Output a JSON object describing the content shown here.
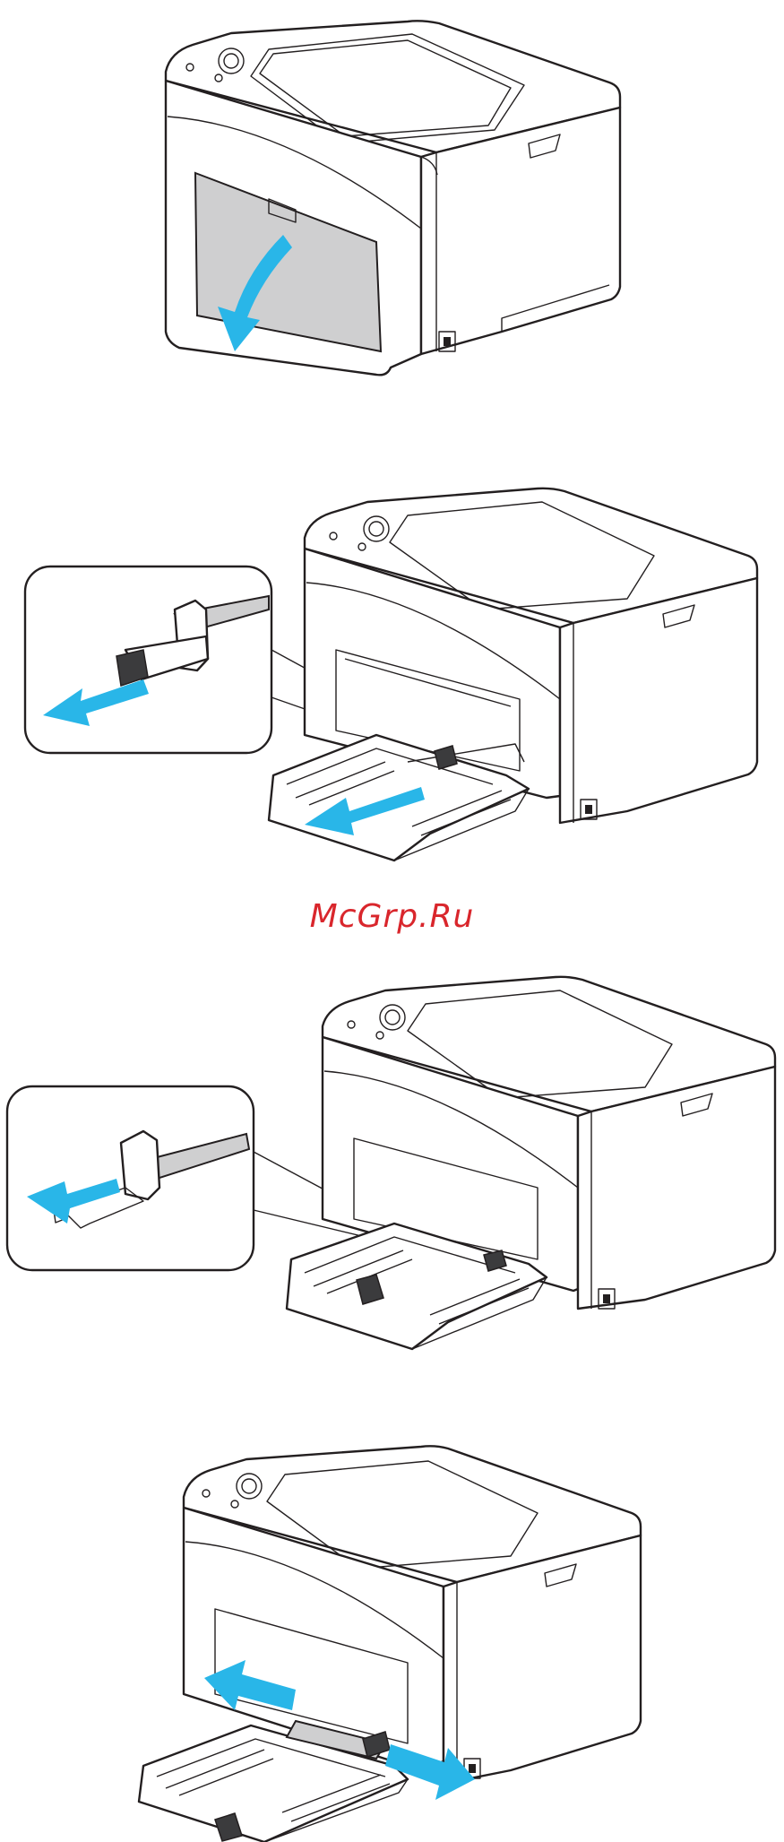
{
  "watermark": {
    "text": "McGrp.Ru",
    "color": "#d9262c"
  },
  "accent_color": "#29b6e8",
  "steps": [
    {
      "id": 1,
      "icon": "printer-open-front-door-icon"
    },
    {
      "id": 2,
      "icon": "printer-extend-tray-icon"
    },
    {
      "id": 3,
      "icon": "printer-adjust-length-guide-icon"
    },
    {
      "id": 4,
      "icon": "printer-adjust-width-guides-icon"
    }
  ]
}
